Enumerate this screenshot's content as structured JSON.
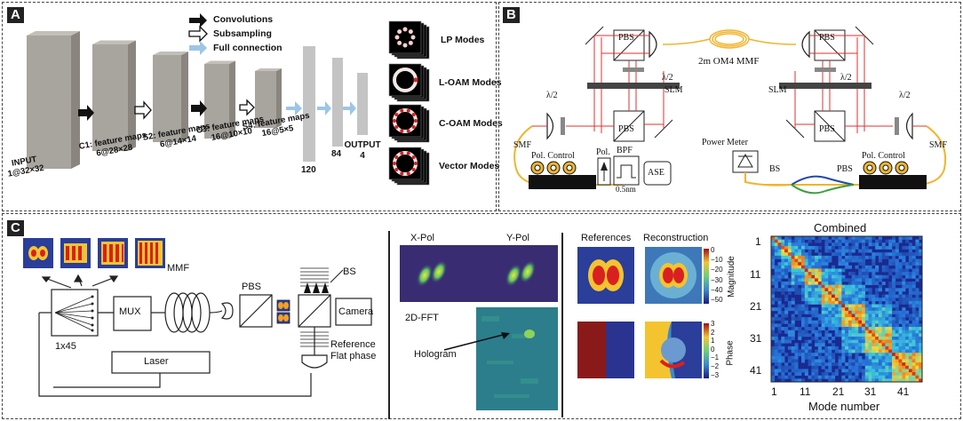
{
  "panelA": {
    "label": "A",
    "legend": {
      "conv": "Convolutions",
      "sub": "Subsampling",
      "full": "Full connection"
    },
    "layers": {
      "input_l1": "INPUT",
      "input_l2": "1@32×32",
      "c1_l1": "C1: feature maps",
      "c1_l2": "6@28×28",
      "s2_l1": "S2: feature maps",
      "s2_l2": "6@14×14",
      "c3_l1": "C3: feature maps",
      "c3_l2": "16@10×10",
      "s4_l1": "S4: feature maps",
      "s4_l2": "16@5×5",
      "f5": "120",
      "f6": "84",
      "out_l1": "OUTPUT",
      "out_l2": "4"
    },
    "modes": [
      "LP Modes",
      "L-OAM Modes",
      "C-OAM Modes",
      "Vector Modes"
    ]
  },
  "panelB": {
    "label": "B",
    "fiber": "2m OM4 MMF",
    "pbs": "PBS",
    "half_wave": "λ/2",
    "slm": "SLM",
    "smf": "SMF",
    "pol_control": "Pol. Control",
    "pol": "Pol.",
    "bpf": "BPF",
    "bpf_bw": "0.5nm",
    "ase": "ASE",
    "power_meter": "Power Meter",
    "bs": "BS"
  },
  "panelC": {
    "label": "C",
    "mmf": "MMF",
    "mux": "MUX",
    "ratio": "1x45",
    "laser": "Laser",
    "pbs": "PBS",
    "bs": "BS",
    "camera": "Camera",
    "reference": "Reference",
    "flat_phase": "Flat phase",
    "xpol": "X-Pol",
    "ypol": "Y-Pol",
    "fft": "2D-FFT",
    "hologram": "Hologram",
    "references": "References",
    "reconstruction": "Reconstruction",
    "magnitude": "Magnitude",
    "phase": "Phase",
    "mag_ticks": [
      "0",
      "−10",
      "−20",
      "−30",
      "−40",
      "−50"
    ],
    "phase_ticks": [
      "3",
      "2",
      "1",
      "0",
      "−1",
      "−2",
      "−3"
    ],
    "combined_title": "Combined",
    "xaxis_label": "Mode number",
    "ticks": [
      "1",
      "11",
      "21",
      "31",
      "41"
    ]
  },
  "colors": {
    "layer": "#a8a49e",
    "fc": "#c4c4c4",
    "arrow_fc": "#9cc6e6",
    "beam": "#e03030",
    "fiber": "#f0b530"
  }
}
